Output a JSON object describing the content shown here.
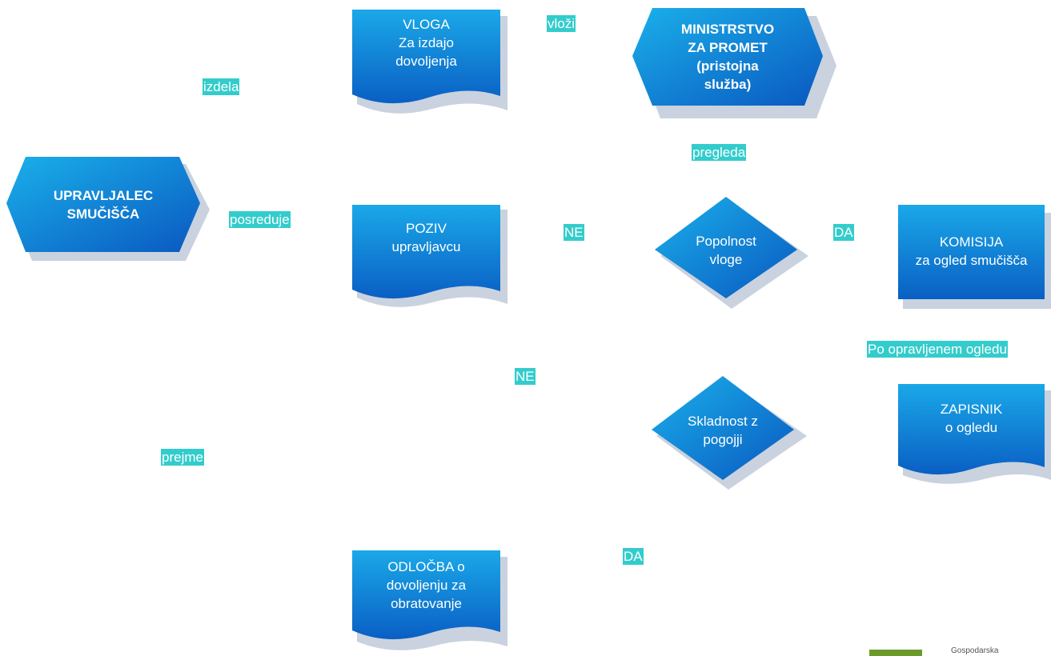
{
  "colors": {
    "shape_top": "#1aa8e8",
    "shape_bottom": "#0a5fc4",
    "shadow": "#c9d2de",
    "label_bg": "#33cccc",
    "logo_green": "#6b9a2a"
  },
  "nodes": {
    "upravljalec": {
      "shape": "hexagon",
      "text": "UPRAVLJALEC\nSMUČIŠČA"
    },
    "vloga": {
      "shape": "document",
      "text": "VLOGA\nZa izdajo\ndovoljenja"
    },
    "ministrstvo": {
      "shape": "hexagon",
      "text": "MINISTRSTVO\nZA PROMET\n(pristojna\nslužba)"
    },
    "poziv": {
      "shape": "document",
      "text": "POZIV\nupravljavcu"
    },
    "popolnost": {
      "shape": "decision",
      "text": "Popolnost\nvloge"
    },
    "komisija": {
      "shape": "process",
      "text": "KOMISIJA\nza ogled smučišča"
    },
    "zapisnik": {
      "shape": "document",
      "text": "ZAPISNIK\no ogledu"
    },
    "skladnost": {
      "shape": "decision",
      "text": "Skladnost z\npogojji"
    },
    "odlocba": {
      "shape": "document",
      "text": "ODLOČBA o\ndovoljenju za\nobratovanje"
    }
  },
  "labels": {
    "izdela": "izdela",
    "vlozi": "vloži",
    "pregleda": "pregleda",
    "posreduje": "posreduje",
    "ne_top": "NE",
    "da_top": "DA",
    "po_ogledu": "Po opravljenem ogledu",
    "ne_mid": "NE",
    "prejme": "prejme",
    "da_bottom": "DA"
  },
  "logo": {
    "text": "Gospodarska"
  }
}
